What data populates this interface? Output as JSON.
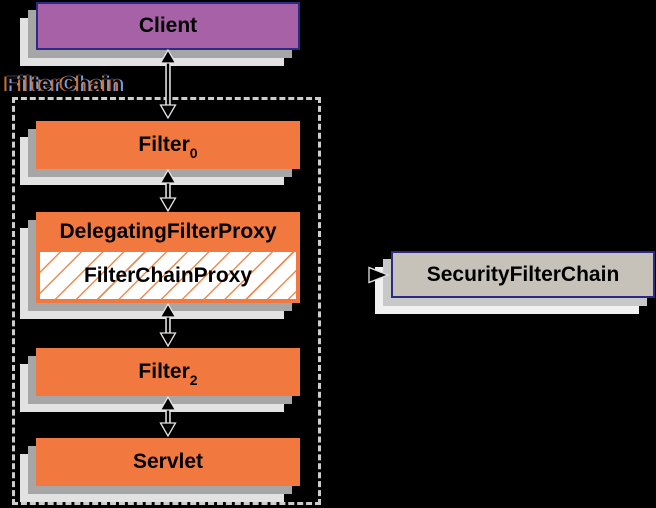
{
  "diagram": {
    "container_label": "FilterChain",
    "nodes": {
      "client": {
        "label": "Client",
        "fill": "#A761A7",
        "border": "#2B2B85"
      },
      "filter0": {
        "label": "Filter",
        "sub": "0",
        "fill": "#F1793F"
      },
      "delegating_filter_proxy": {
        "label": "DelegatingFilterProxy",
        "fill": "#F1793F"
      },
      "filter_chain_proxy": {
        "label": "FilterChainProxy",
        "fill": "#FFFFFF",
        "hatch_color": "#EF8A50"
      },
      "filter2": {
        "label": "Filter",
        "sub": "2",
        "fill": "#F1793F"
      },
      "servlet": {
        "label": "Servlet",
        "fill": "#F1793F"
      },
      "security_filter_chain": {
        "label": "SecurityFilterChain",
        "fill": "#C6C2BA",
        "border": "#2B2B85"
      }
    },
    "edges": [
      {
        "from": "client",
        "to": "filter0",
        "type": "double-arrow"
      },
      {
        "from": "filter0",
        "to": "delegating_filter_proxy",
        "type": "double-arrow"
      },
      {
        "from": "delegating_filter_proxy",
        "to": "filter2",
        "type": "double-arrow"
      },
      {
        "from": "filter2",
        "to": "servlet",
        "type": "double-arrow"
      },
      {
        "from": "filter_chain_proxy",
        "to": "security_filter_chain",
        "type": "arrow"
      }
    ],
    "colors": {
      "background": "#000000",
      "shadow_near": "#A6A6A6",
      "shadow_far": "#E2E2E2",
      "arrow": "#000000",
      "arrow_outline": "#E4E4E4",
      "dashed_border": "#CDCDCD"
    }
  }
}
